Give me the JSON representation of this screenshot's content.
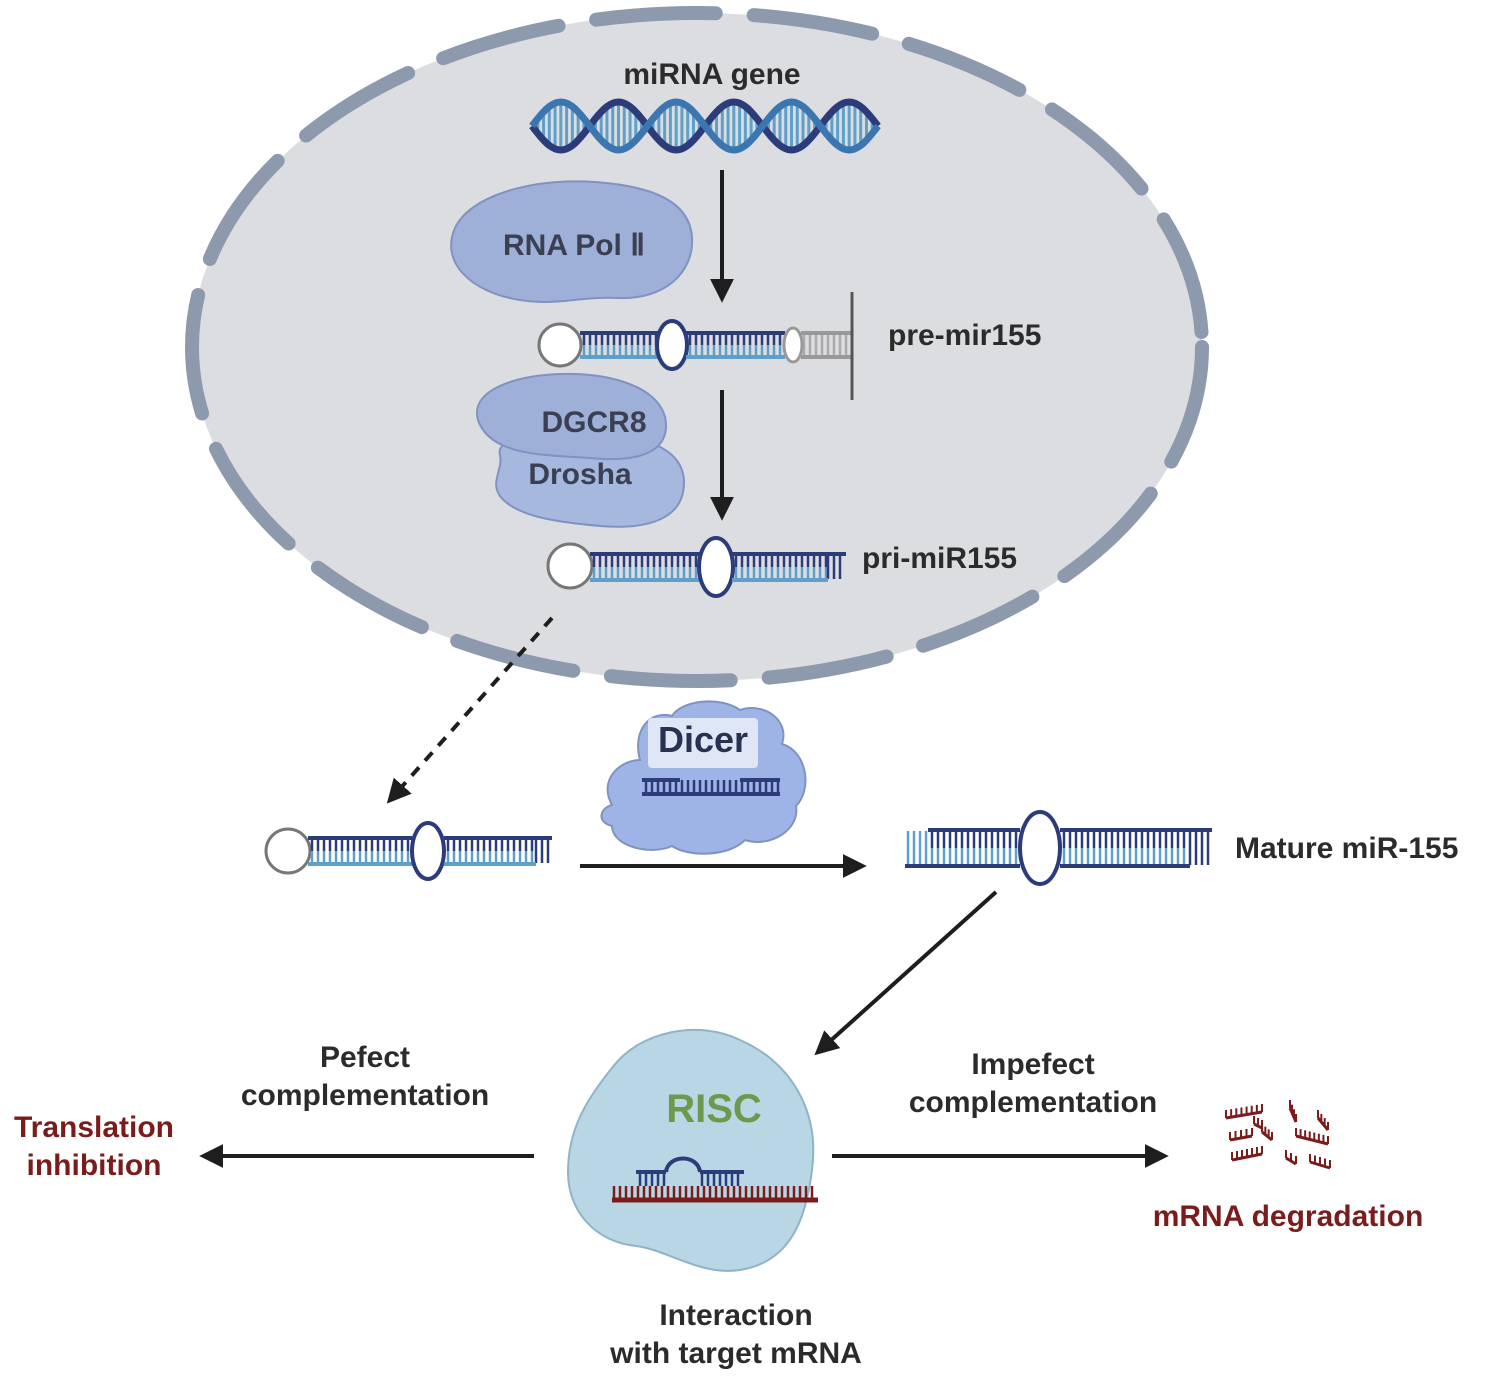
{
  "labels": {
    "mirna_gene": "miRNA gene",
    "rna_pol": "RNA Pol Ⅱ",
    "pre_mir": "pre-mir155",
    "dgcr8": "DGCR8",
    "drosha": "Drosha",
    "pri_mir": "pri-miR155",
    "dicer": "Dicer",
    "mature": "Mature miR-155",
    "risc": "RISC",
    "perfect_line1": "Pefect",
    "perfect_line2": "complementation",
    "translation_line1": "Translation",
    "translation_line2": "inhibition",
    "imperfect_line1": "Impefect",
    "imperfect_line2": "complementation",
    "degradation": "mRNA degradation",
    "interaction_line1": "Interaction",
    "interaction_line2": "with target mRNA"
  },
  "colors": {
    "nucleus_fill": "#dcdde0",
    "nucleus_border": "#8d99ad",
    "protein_blue": "#9fb0d8",
    "rna_dark": "#2c3b7a",
    "rna_light": "#5fa0c8",
    "risc_fill": "#b9d6e4",
    "mrna_red": "#7a1c1c",
    "risc_text": "#6b9a4e"
  }
}
